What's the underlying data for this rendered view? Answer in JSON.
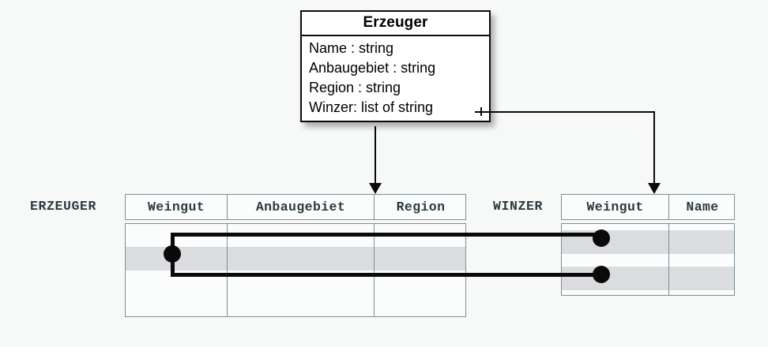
{
  "diagram": {
    "title": "Erzeuger UML class to relational tables mapping",
    "background_color": "#f7f8f8",
    "accent_color": "#0a0a0a",
    "row_highlight_color": "#dadce0",
    "table_border_color": "#7c8f94"
  },
  "uml_class": {
    "name": "Erzeuger",
    "attributes": [
      "Name : string",
      "Anbaugebiet : string",
      "Region : string",
      "Winzer: list of string"
    ]
  },
  "tables": [
    {
      "name": "ERZEUGER",
      "columns": [
        "Weingut",
        "Anbaugebiet",
        "Region"
      ],
      "row_count": 4,
      "highlighted_rows": [
        2
      ]
    },
    {
      "name": "WINZER",
      "columns": [
        "Weingut",
        "Name"
      ],
      "row_count": 3,
      "highlighted_rows": [
        1,
        3
      ]
    }
  ],
  "connectors": [
    {
      "name": "class-to-erzeuger",
      "from": "Erzeuger class box",
      "to": "ERZEUGER table",
      "style": "arrow-down"
    },
    {
      "name": "winzer-attribute-to-winzer-table",
      "from": "Winzer: list of string",
      "to": "WINZER table Weingut column",
      "style": "elbow-arrow-down"
    }
  ],
  "associations": [
    {
      "name": "erzeuger-row2-to-winzer-row1",
      "source_table": "ERZEUGER",
      "source_row": 2,
      "target_table": "WINZER",
      "target_row": 1
    },
    {
      "name": "erzeuger-row2-to-winzer-row3",
      "source_table": "ERZEUGER",
      "source_row": 2,
      "target_table": "WINZER",
      "target_row": 3
    }
  ]
}
